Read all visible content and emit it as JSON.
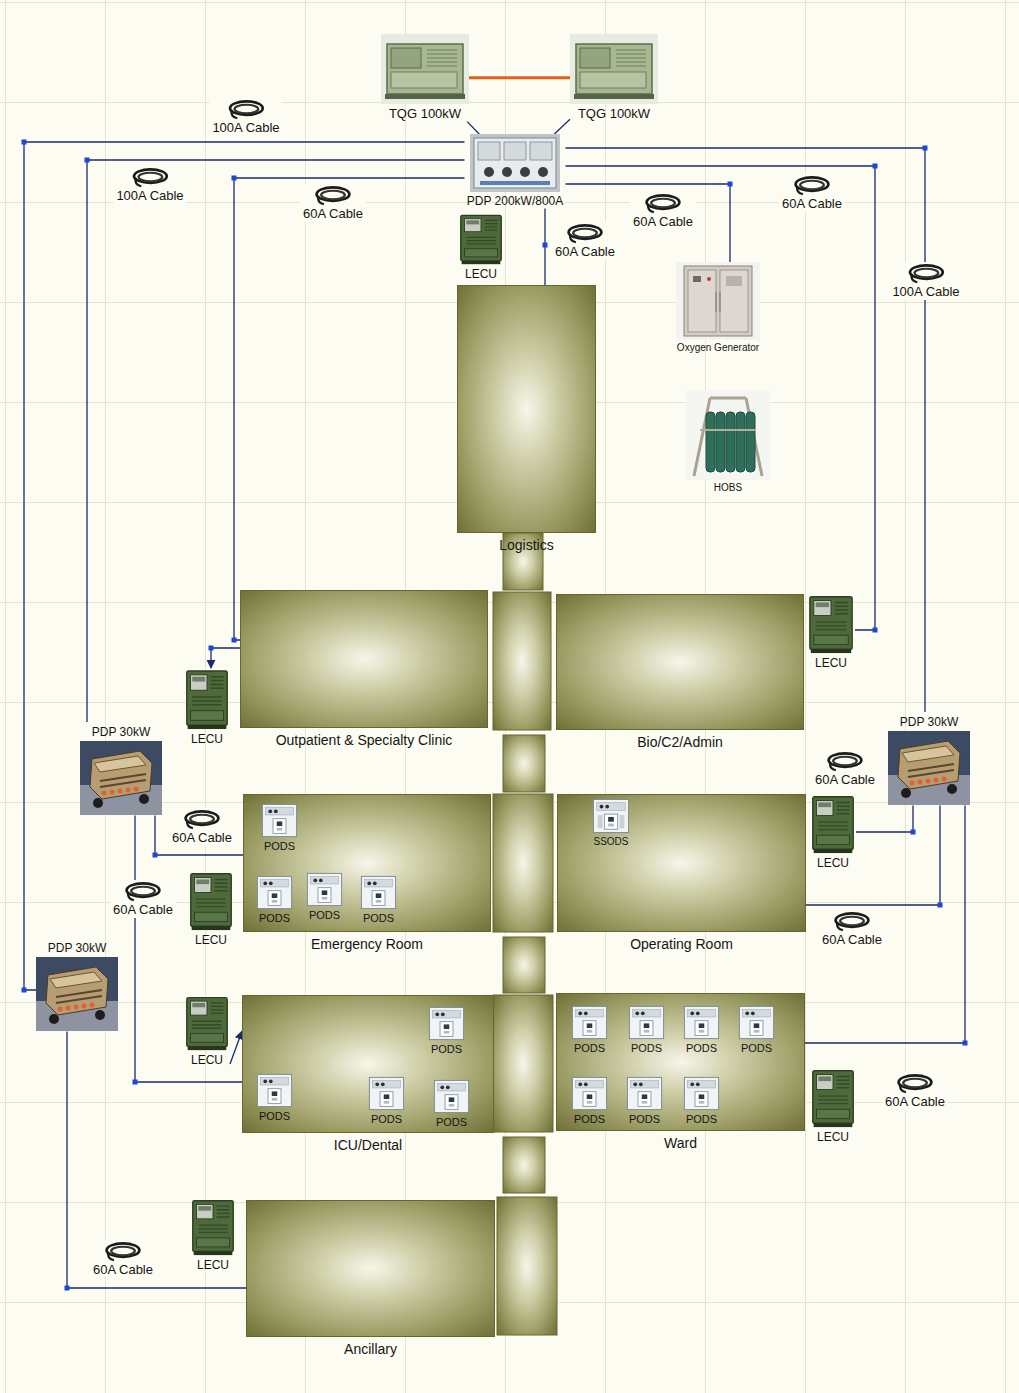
{
  "diagram": {
    "nodes": [
      {
        "text": [
          "TQG 100kW"
        ]
      },
      {
        "text": [
          "TQG 100kW"
        ]
      },
      {
        "text": [
          "PDP 200kW/800A"
        ]
      },
      {
        "text": [
          "LECU"
        ]
      },
      {
        "text": [
          "Logistics"
        ]
      },
      {
        "text": [
          "Oxygen Generator"
        ]
      },
      {
        "text": [
          "HOBS"
        ]
      },
      {
        "text": [
          "Outpatient & Specialty Clinic"
        ]
      },
      {
        "text": [
          "Bio/C2/Admin"
        ]
      },
      {
        "text": [
          "LECU"
        ]
      },
      {
        "text": [
          "LECU"
        ]
      },
      {
        "text": [
          "PDP 30kW"
        ]
      },
      {
        "text": [
          "PDP 30kW"
        ]
      },
      {
        "text": [
          "Emergency Room"
        ]
      },
      {
        "text": [
          "PODS"
        ],
        "in": 13
      },
      {
        "text": [
          "PODS"
        ],
        "in": 13
      },
      {
        "text": [
          "PODS"
        ],
        "in": 13
      },
      {
        "text": [
          "PODS"
        ],
        "in": 13
      },
      {
        "text": [
          "LECU"
        ]
      },
      {
        "text": [
          "Operating Room"
        ]
      },
      {
        "text": [
          "SSODS"
        ],
        "in": 19
      },
      {
        "text": [
          "LECU"
        ]
      },
      {
        "text": [
          "PDP 30kW"
        ]
      },
      {
        "text": [
          "ICU/Dental"
        ]
      },
      {
        "text": [
          "PODS"
        ],
        "in": 23
      },
      {
        "text": [
          "PODS"
        ],
        "in": 23
      },
      {
        "text": [
          "PODS"
        ],
        "in": 23
      },
      {
        "text": [
          "PODS"
        ],
        "in": 23
      },
      {
        "text": [
          "LECU"
        ]
      },
      {
        "text": [
          "Ward"
        ]
      },
      {
        "text": [
          "PODS"
        ],
        "in": 29
      },
      {
        "text": [
          "PODS"
        ],
        "in": 29
      },
      {
        "text": [
          "PODS"
        ],
        "in": 29
      },
      {
        "text": [
          "PODS"
        ],
        "in": 29
      },
      {
        "text": [
          "PODS"
        ],
        "in": 29
      },
      {
        "text": [
          "PODS"
        ],
        "in": 29
      },
      {
        "text": [
          "PODS"
        ],
        "in": 29
      },
      {
        "text": [
          "LECU"
        ]
      },
      {
        "text": [
          "Ancillary"
        ]
      },
      {
        "text": [
          "LECU"
        ]
      }
    ],
    "edges": [
      {
        "from": 0,
        "to": 1,
        "arrow": "none"
      },
      {
        "from": 0,
        "to": 2,
        "arrow": "none"
      },
      {
        "from": 1,
        "to": 2,
        "arrow": "none"
      },
      {
        "from": 2,
        "to": 4,
        "label": "60A Cable",
        "arrow": "none"
      },
      {
        "from": 2,
        "to": 5,
        "label": "60A Cable",
        "arrow": "none"
      },
      {
        "from": 2,
        "to": 9,
        "label": "60A Cable",
        "arrow": "none"
      },
      {
        "from": 2,
        "to": 12,
        "label": "100A Cable",
        "arrow": "none"
      },
      {
        "from": 2,
        "to": 11,
        "label": "100A Cable",
        "arrow": "none"
      },
      {
        "from": 2,
        "to": 22,
        "label": "100A Cable",
        "arrow": "none"
      },
      {
        "from": 2,
        "to": 7,
        "label": "60A Cable",
        "arrow": "none"
      },
      {
        "from": 7,
        "to": 10,
        "arrow": "to"
      },
      {
        "from": 11,
        "to": 13,
        "label": "60A Cable",
        "arrow": "none"
      },
      {
        "from": 11,
        "to": 23,
        "label": "60A Cable",
        "arrow": "none"
      },
      {
        "from": 12,
        "to": 21,
        "label": "60A Cable",
        "arrow": "none"
      },
      {
        "from": 12,
        "to": 19,
        "label": "60A Cable",
        "arrow": "none"
      },
      {
        "from": 12,
        "to": 29,
        "label": "60A Cable",
        "arrow": "none"
      },
      {
        "from": 22,
        "to": 38,
        "label": "60A Cable",
        "arrow": "none"
      },
      {
        "from": 28,
        "to": 23,
        "arrow": "to"
      }
    ]
  }
}
